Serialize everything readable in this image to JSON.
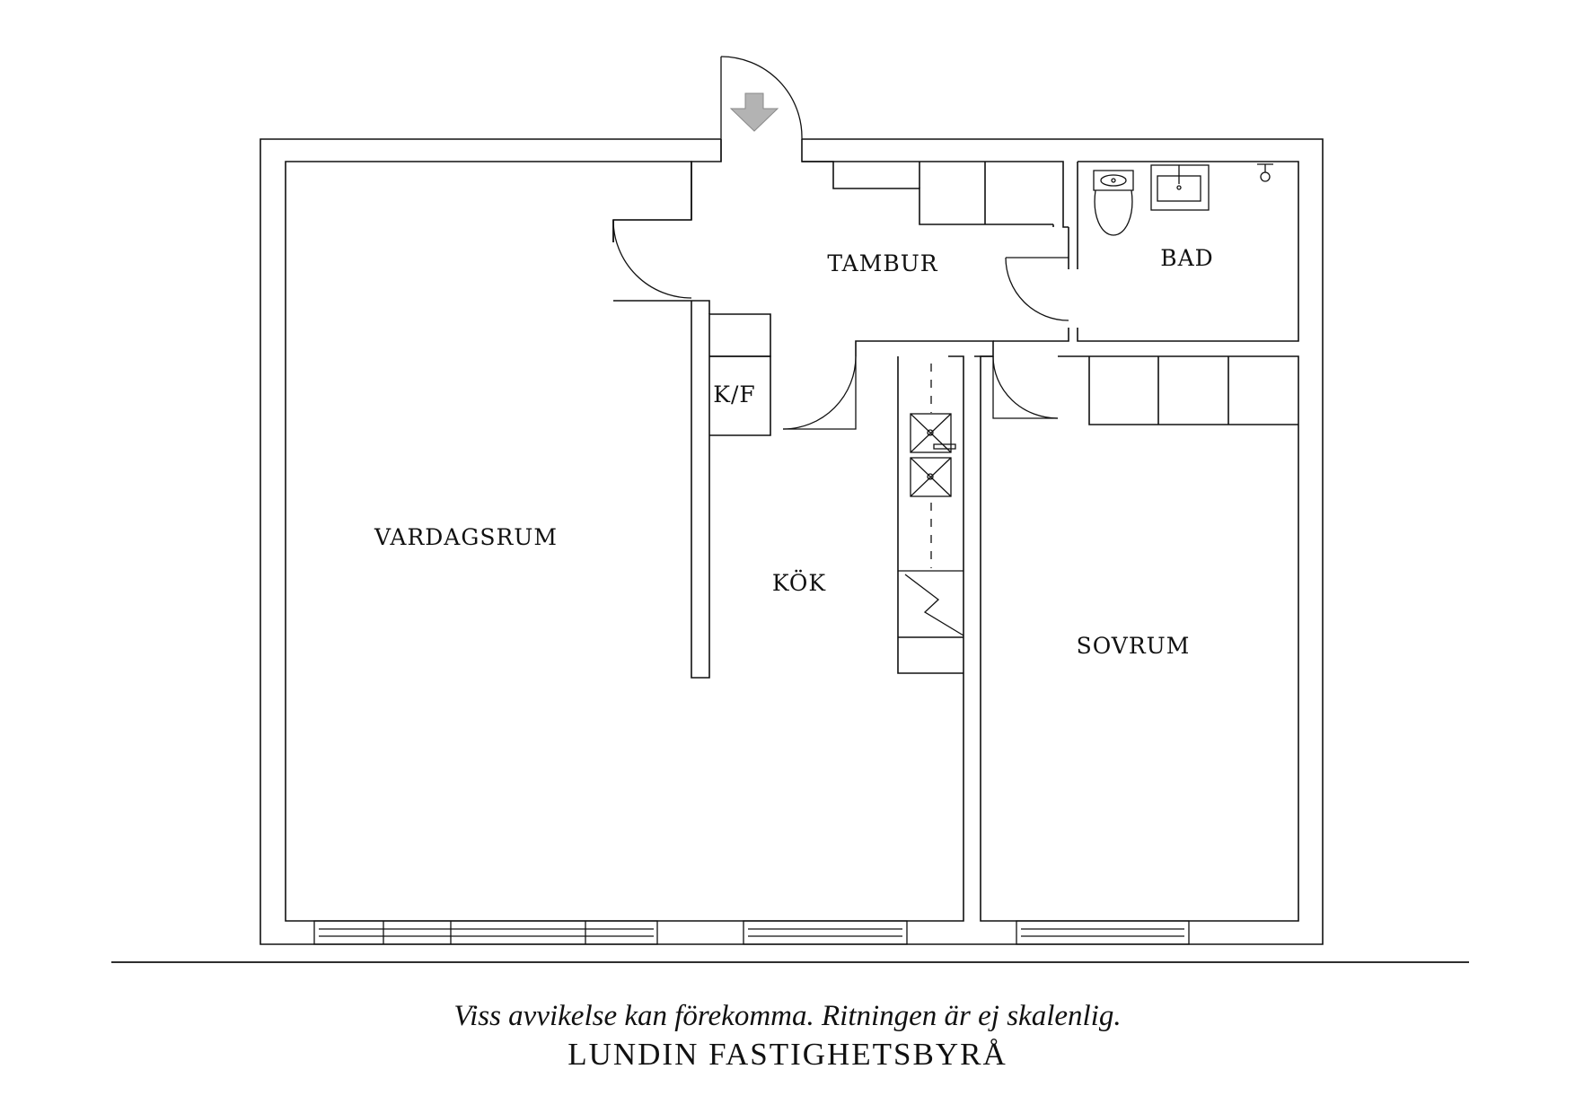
{
  "rooms": {
    "tambur": "TAMBUR",
    "bad": "BAD",
    "kf": "K/F",
    "vardagsrum": "VARDAGSRUM",
    "kok": "KÖK",
    "sovrum": "SOVRUM"
  },
  "footer": {
    "disclaimer": "Viss avvikelse kan förekomma. Ritningen är ej skalenlig.",
    "company": "LUNDIN FASTIGHETSBYRÅ"
  },
  "icons": {
    "entrance": "entrance-arrow-icon",
    "toilet": "toilet-icon",
    "sink": "sink-icon",
    "shower": "shower-icon",
    "stove": "stove-icon",
    "fridge": "fridge-freezer-icon"
  },
  "colors": {
    "lines": "#111111",
    "arrow": "#b3b3b3",
    "background": "#ffffff"
  }
}
